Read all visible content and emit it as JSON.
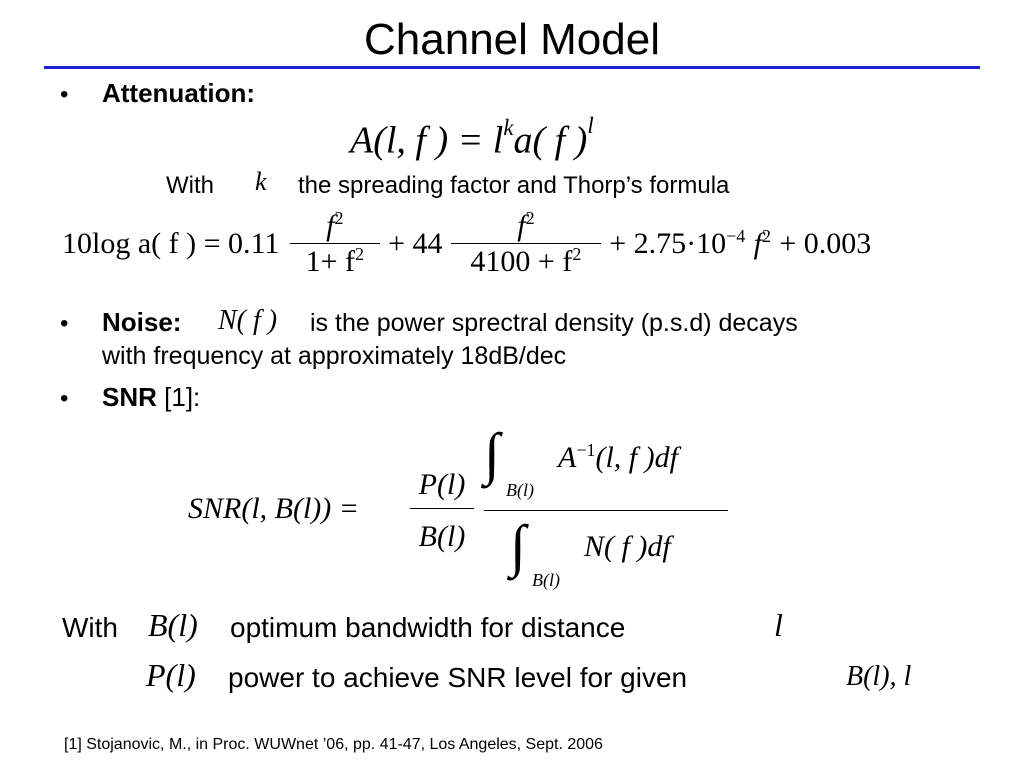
{
  "slide": {
    "title": "Channel Model",
    "accent_color": "#1f20d6"
  },
  "attenuation": {
    "label": "Attenuation:",
    "formula_lhs": "A(l, f ) = ",
    "formula_rhs_l": "l",
    "formula_rhs_k": "k",
    "formula_rhs_a": "a( f )",
    "formula_rhs_exp": "l",
    "with_text": "With",
    "k_symbol": "k",
    "spreading_text": "the spreading factor and Thorp’s formula"
  },
  "thorp": {
    "lhs": "10log a( f ) = 0.11",
    "t1_num": "f",
    "t1_num_exp": "2",
    "t1_den": "1+ f",
    "t1_den_exp": "2",
    "plus44": "+ 44",
    "t2_num": "f",
    "t2_num_exp": "2",
    "t2_den": "4100 + f",
    "t2_den_exp": "2",
    "tail_a": "+ 2.75·10",
    "tail_exp": "−4",
    "tail_b": "f",
    "tail_b_exp": "2",
    "tail_c": "+ 0.003"
  },
  "noise": {
    "label": "Noise:",
    "symbol": "N( f )",
    "text_line1": "is the power sprectral density (p.s.d) decays",
    "text_line2": "with frequency at approximately 18dB/dec"
  },
  "snr": {
    "label": "SNR",
    "ref": "[1]:",
    "lhs": "SNR(l, B(l)) = ",
    "p_num": "P(l)",
    "p_den": "B(l)",
    "int_num": "A",
    "int_num_exp": "−1",
    "int_num_rest": "(l, f )df",
    "int_num_sub": "B(l)",
    "int_den": "N( f )df",
    "int_den_sub": "B(l)"
  },
  "with_lines": {
    "with": "With",
    "b_symbol": "B(l)",
    "bandwidth_text": "optimum bandwidth for distance",
    "l_symbol": "l",
    "p_symbol": "P(l)",
    "power_text": "power to achieve SNR level for given",
    "given_symbol": "B(l), l"
  },
  "footnote": "[1] Stojanovic, M., in Proc. WUWnet ’06, pp. 41-47, Los Angeles, Sept. 2006"
}
